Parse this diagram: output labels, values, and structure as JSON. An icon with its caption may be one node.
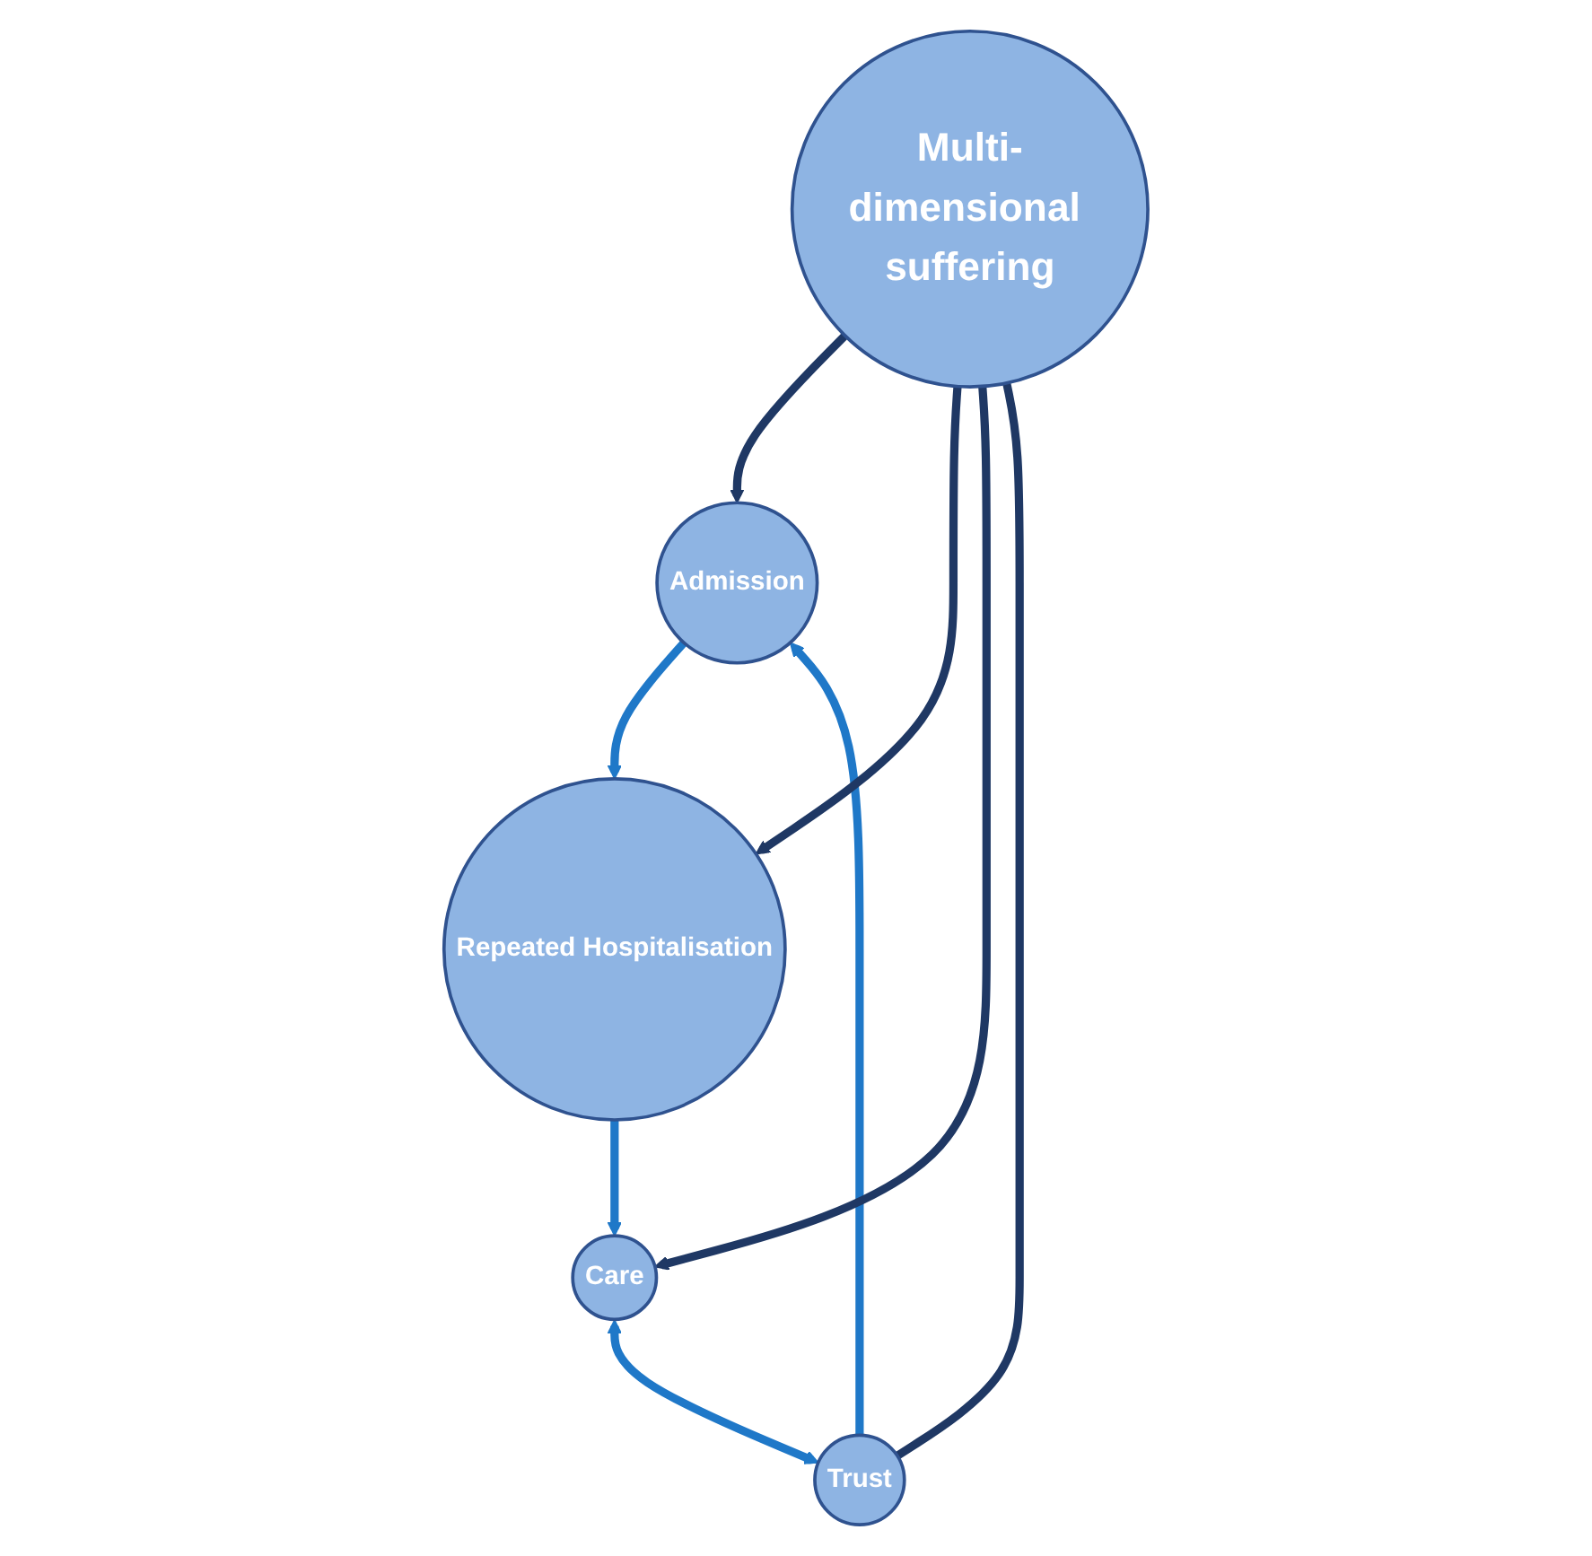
{
  "diagram": {
    "nodes": [
      {
        "text": [
          "Admission"
        ]
      },
      {
        "text": [
          "Trust"
        ]
      },
      {
        "text": [
          "Multi-dimensional suffering"
        ]
      },
      {
        "text": [
          "Repeated Hospitalisation"
        ]
      },
      {
        "text": [
          "Care"
        ]
      }
    ],
    "edges": [
      {
        "from": 1,
        "to": 0,
        "arrow": "to"
      },
      {
        "from": 0,
        "to": 3,
        "arrow": "to"
      },
      {
        "from": 3,
        "to": 4,
        "arrow": "to"
      },
      {
        "from": 4,
        "to": 1,
        "arrow": "both"
      },
      {
        "from": 2,
        "to": 0,
        "arrow": "to",
        "color": "#1f3864"
      },
      {
        "from": 2,
        "to": 3,
        "arrow": "to",
        "color": "#1f3864"
      },
      {
        "from": 2,
        "to": 4,
        "arrow": "to",
        "color": "#1f3864"
      },
      {
        "from": 2,
        "to": 1,
        "arrow": "none",
        "color": "#1f3864"
      }
    ]
  }
}
